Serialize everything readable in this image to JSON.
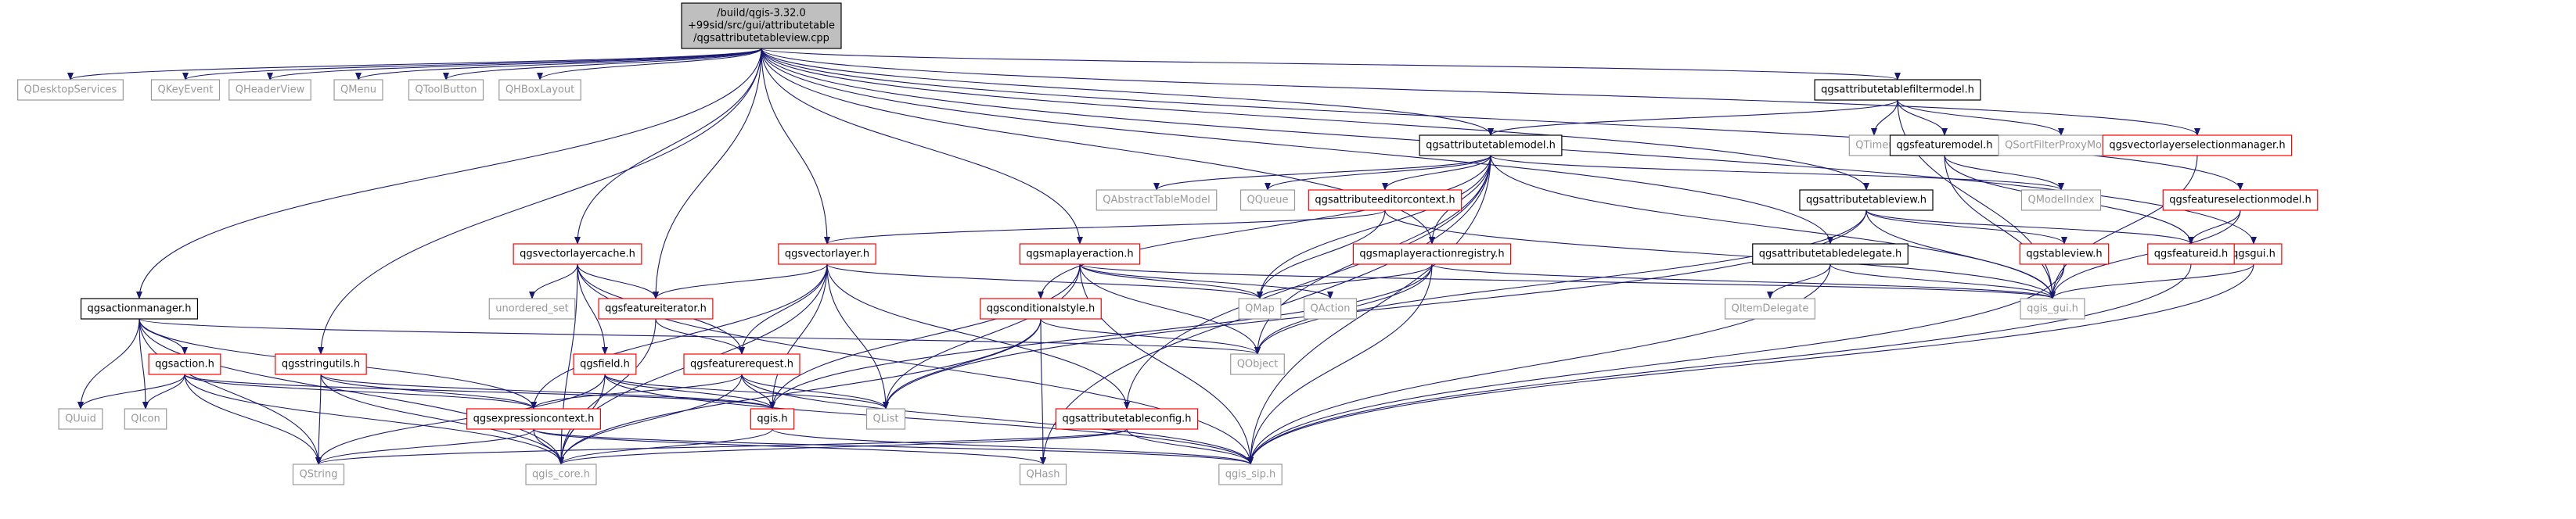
{
  "colors": {
    "edge": "#191970",
    "box_gray": "#999999",
    "box_black": "#000000",
    "box_red": "#ff0000",
    "root_fill": "#bfbfbf",
    "text_dark": "#000000",
    "text_gray": "#999999"
  },
  "nodes": [
    {
      "id": "root",
      "lines": [
        "/build/qgis-3.32.0",
        "+99sid/src/gui/attributetable",
        "/qgsattributetableview.cpp"
      ],
      "style": "root"
    },
    {
      "id": "QDesktopServices",
      "lines": [
        "QDesktopServices"
      ],
      "style": "gray"
    },
    {
      "id": "QKeyEvent",
      "lines": [
        "QKeyEvent"
      ],
      "style": "gray"
    },
    {
      "id": "QHeaderView",
      "lines": [
        "QHeaderView"
      ],
      "style": "gray"
    },
    {
      "id": "QMenu",
      "lines": [
        "QMenu"
      ],
      "style": "gray"
    },
    {
      "id": "QToolButton",
      "lines": [
        "QToolButton"
      ],
      "style": "gray"
    },
    {
      "id": "QHBoxLayout",
      "lines": [
        "QHBoxLayout"
      ],
      "style": "gray"
    },
    {
      "id": "qgsattributetablefiltermodel",
      "lines": [
        "qgsattributetablefiltermodel.h"
      ],
      "style": "black"
    },
    {
      "id": "QTimer",
      "lines": [
        "QTimer"
      ],
      "style": "gray"
    },
    {
      "id": "qgsfeaturemodel",
      "lines": [
        "qgsfeaturemodel.h"
      ],
      "style": "black"
    },
    {
      "id": "QSortFilterProxyModel",
      "lines": [
        "QSortFilterProxyModel"
      ],
      "style": "gray"
    },
    {
      "id": "qgsvectorlayerselectionmanager",
      "lines": [
        "qgsvectorlayerselectionmanager.h"
      ],
      "style": "red"
    },
    {
      "id": "qgsattributetablemodel",
      "lines": [
        "qgsattributetablemodel.h"
      ],
      "style": "black"
    },
    {
      "id": "QAbstractTableModel",
      "lines": [
        "QAbstractTableModel"
      ],
      "style": "gray"
    },
    {
      "id": "QQueue",
      "lines": [
        "QQueue"
      ],
      "style": "gray"
    },
    {
      "id": "qgsattributeeditorcontext",
      "lines": [
        "qgsattributeeditorcontext.h"
      ],
      "style": "red"
    },
    {
      "id": "QModelIndex",
      "lines": [
        "QModelIndex"
      ],
      "style": "gray"
    },
    {
      "id": "qgsattributetableview",
      "lines": [
        "qgsattributetableview.h"
      ],
      "style": "black"
    },
    {
      "id": "qgsfeatureselectionmodel",
      "lines": [
        "qgsfeatureselectionmodel.h"
      ],
      "style": "red"
    },
    {
      "id": "qgsgui",
      "lines": [
        "qgsgui.h"
      ],
      "style": "red"
    },
    {
      "id": "qgsvectorlayercache",
      "lines": [
        "qgsvectorlayercache.h"
      ],
      "style": "red"
    },
    {
      "id": "qgsvectorlayer",
      "lines": [
        "qgsvectorlayer.h"
      ],
      "style": "red"
    },
    {
      "id": "qgsmaplayeraction",
      "lines": [
        "qgsmaplayeraction.h"
      ],
      "style": "red"
    },
    {
      "id": "qgsmaplayeractionregistry",
      "lines": [
        "qgsmaplayeractionregistry.h"
      ],
      "style": "red"
    },
    {
      "id": "qgsattributetabledelegate",
      "lines": [
        "qgsattributetabledelegate.h"
      ],
      "style": "black"
    },
    {
      "id": "qgstableview",
      "lines": [
        "qgstableview.h"
      ],
      "style": "red"
    },
    {
      "id": "qgsfeatureid",
      "lines": [
        "qgsfeatureid.h"
      ],
      "style": "red"
    },
    {
      "id": "unordered_set",
      "lines": [
        "unordered_set"
      ],
      "style": "gray"
    },
    {
      "id": "qgsfeatureiterator",
      "lines": [
        "qgsfeatureiterator.h"
      ],
      "style": "red"
    },
    {
      "id": "QMap",
      "lines": [
        "QMap"
      ],
      "style": "gray"
    },
    {
      "id": "QAction",
      "lines": [
        "QAction"
      ],
      "style": "gray"
    },
    {
      "id": "QItemDelegate",
      "lines": [
        "QItemDelegate"
      ],
      "style": "gray"
    },
    {
      "id": "qgis_gui",
      "lines": [
        "qgis_gui.h"
      ],
      "style": "gray"
    },
    {
      "id": "qgsactionmanager",
      "lines": [
        "qgsactionmanager.h"
      ],
      "style": "black"
    },
    {
      "id": "qgsconditionalstyle",
      "lines": [
        "qgsconditionalstyle.h"
      ],
      "style": "red"
    },
    {
      "id": "QObject",
      "lines": [
        "QObject"
      ],
      "style": "gray"
    },
    {
      "id": "qgsaction",
      "lines": [
        "qgsaction.h"
      ],
      "style": "red"
    },
    {
      "id": "qgsstringutils",
      "lines": [
        "qgsstringutils.h"
      ],
      "style": "red"
    },
    {
      "id": "qgsfield",
      "lines": [
        "qgsfield.h"
      ],
      "style": "red"
    },
    {
      "id": "qgsfeaturerequest",
      "lines": [
        "qgsfeaturerequest.h"
      ],
      "style": "red"
    },
    {
      "id": "QList",
      "lines": [
        "QList"
      ],
      "style": "gray"
    },
    {
      "id": "qgis",
      "lines": [
        "qgis.h"
      ],
      "style": "red"
    },
    {
      "id": "QUuid",
      "lines": [
        "QUuid"
      ],
      "style": "gray"
    },
    {
      "id": "QIcon",
      "lines": [
        "QIcon"
      ],
      "style": "gray"
    },
    {
      "id": "qgsexpressioncontext",
      "lines": [
        "qgsexpressioncontext.h"
      ],
      "style": "red"
    },
    {
      "id": "qgsattributetableconfig",
      "lines": [
        "qgsattributetableconfig.h"
      ],
      "style": "red"
    },
    {
      "id": "QString",
      "lines": [
        "QString"
      ],
      "style": "gray"
    },
    {
      "id": "qgis_core",
      "lines": [
        "qgis_core.h"
      ],
      "style": "gray"
    },
    {
      "id": "QHash",
      "lines": [
        "QHash"
      ],
      "style": "gray"
    },
    {
      "id": "qgis_sip",
      "lines": [
        "qgis_sip.h"
      ],
      "style": "gray"
    }
  ],
  "edges": [
    [
      "root",
      "QDesktopServices"
    ],
    [
      "root",
      "QKeyEvent"
    ],
    [
      "root",
      "QHeaderView"
    ],
    [
      "root",
      "QMenu"
    ],
    [
      "root",
      "QToolButton"
    ],
    [
      "root",
      "QHBoxLayout"
    ],
    [
      "root",
      "qgsattributetablefiltermodel"
    ],
    [
      "root",
      "qgsattributetablemodel"
    ],
    [
      "root",
      "qgsattributetableview"
    ],
    [
      "root",
      "qgsattributetabledelegate"
    ],
    [
      "root",
      "qgsvectorlayerselectionmanager"
    ],
    [
      "root",
      "qgsfeatureselectionmodel"
    ],
    [
      "root",
      "qgsgui"
    ],
    [
      "root",
      "qgsvectorlayercache"
    ],
    [
      "root",
      "qgsvectorlayer"
    ],
    [
      "root",
      "qgsmaplayeraction"
    ],
    [
      "root",
      "qgsmaplayeractionregistry"
    ],
    [
      "root",
      "qgsfeatureiterator"
    ],
    [
      "root",
      "qgsactionmanager"
    ],
    [
      "root",
      "qgsstringutils"
    ],
    [
      "qgsattributetablefiltermodel",
      "QTimer"
    ],
    [
      "qgsattributetablefiltermodel",
      "qgsfeaturemodel"
    ],
    [
      "qgsattributetablefiltermodel",
      "QSortFilterProxyModel"
    ],
    [
      "qgsattributetablefiltermodel",
      "qgsattributetablemodel"
    ],
    [
      "qgsattributetablefiltermodel",
      "qgis_gui"
    ],
    [
      "qgsfeaturemodel",
      "QModelIndex"
    ],
    [
      "qgsfeaturemodel",
      "qgsfeatureid"
    ],
    [
      "qgsfeaturemodel",
      "qgis_gui"
    ],
    [
      "qgsattributetablemodel",
      "QAbstractTableModel"
    ],
    [
      "qgsattributetablemodel",
      "QQueue"
    ],
    [
      "qgsattributetablemodel",
      "qgsattributeeditorcontext"
    ],
    [
      "qgsattributetablemodel",
      "QModelIndex"
    ],
    [
      "qgsattributetablemodel",
      "qgsconditionalstyle"
    ],
    [
      "qgsattributetablemodel",
      "qgsmaplayeractionregistry"
    ],
    [
      "qgsattributetablemodel",
      "QMap"
    ],
    [
      "qgsattributetablemodel",
      "qgis_gui"
    ],
    [
      "qgsattributetablemodel",
      "QHash"
    ],
    [
      "qgsattributetablemodel",
      "qgis_sip"
    ],
    [
      "qgsattributetablemodel",
      "qgsattributetableconfig"
    ],
    [
      "qgsattributetablemodel",
      "QObject"
    ],
    [
      "qgsattributeeditorcontext",
      "qgsvectorlayer"
    ],
    [
      "qgsattributeeditorcontext",
      "QMap"
    ],
    [
      "qgsattributeeditorcontext",
      "qgis_gui"
    ],
    [
      "qgsattributetableview",
      "qgstableview"
    ],
    [
      "qgsattributetableview",
      "qgsfeatureid"
    ],
    [
      "qgsattributetableview",
      "qgis_gui"
    ],
    [
      "qgsattributetableview",
      "QList"
    ],
    [
      "qgsattributetableview",
      "QObject"
    ],
    [
      "qgsvectorlayerselectionmanager",
      "qgis_gui"
    ],
    [
      "qgsfeatureselectionmodel",
      "qgsfeatureid"
    ],
    [
      "qgsfeatureselectionmodel",
      "qgis_gui"
    ],
    [
      "qgsgui",
      "qgis_gui"
    ],
    [
      "qgsgui",
      "qgis_sip"
    ],
    [
      "qgstableview",
      "qgis_gui"
    ],
    [
      "qgstableview",
      "qgis_sip"
    ],
    [
      "qgsfeatureid",
      "qgis_sip"
    ],
    [
      "qgsattributetabledelegate",
      "QItemDelegate"
    ],
    [
      "qgsattributetabledelegate",
      "qgis_gui"
    ],
    [
      "qgsattributetabledelegate",
      "qgis_sip"
    ],
    [
      "qgsvectorlayercache",
      "unordered_set"
    ],
    [
      "qgsvectorlayercache",
      "qgsfeatureiterator"
    ],
    [
      "qgsvectorlayercache",
      "qgsfield"
    ],
    [
      "qgsvectorlayercache",
      "qgsfeaturerequest"
    ],
    [
      "qgsvectorlayercache",
      "qgis_core"
    ],
    [
      "qgsvectorlayercache",
      "qgis_sip"
    ],
    [
      "qgsvectorlayer",
      "qgsfeatureiterator"
    ],
    [
      "qgsvectorlayer",
      "qgsfeaturerequest"
    ],
    [
      "qgsvectorlayer",
      "qgis"
    ],
    [
      "qgsvectorlayer",
      "QList"
    ],
    [
      "qgsvectorlayer",
      "QMap"
    ],
    [
      "qgsvectorlayer",
      "qgis_core"
    ],
    [
      "qgsvectorlayer",
      "qgsexpressioncontext"
    ],
    [
      "qgsvectorlayer",
      "qgsattributetableconfig"
    ],
    [
      "qgsmaplayeraction",
      "QAction"
    ],
    [
      "qgsmaplayeraction",
      "QObject"
    ],
    [
      "qgsmaplayeraction",
      "qgis_gui"
    ],
    [
      "qgsmaplayeraction",
      "qgis_sip"
    ],
    [
      "qgsmaplayeraction",
      "QList"
    ],
    [
      "qgsmaplayeraction",
      "qgis"
    ],
    [
      "qgsmaplayeraction",
      "QMap"
    ],
    [
      "qgsmaplayeractionregistry",
      "QMap"
    ],
    [
      "qgsmaplayeractionregistry",
      "QObject"
    ],
    [
      "qgsmaplayeractionregistry",
      "qgis_gui"
    ],
    [
      "qgsmaplayeractionregistry",
      "qgis_sip"
    ],
    [
      "qgsmaplayeractionregistry",
      "qgis"
    ],
    [
      "qgsfeatureiterator",
      "qgsfeaturerequest"
    ],
    [
      "qgsfeatureiterator",
      "qgis_core"
    ],
    [
      "qgsconditionalstyle",
      "QObject"
    ],
    [
      "qgsconditionalstyle",
      "QList"
    ],
    [
      "qgsconditionalstyle",
      "QHash"
    ],
    [
      "qgsconditionalstyle",
      "qgis_core"
    ],
    [
      "qgsactionmanager",
      "QObject"
    ],
    [
      "qgsactionmanager",
      "qgsaction"
    ],
    [
      "qgsactionmanager",
      "QUuid"
    ],
    [
      "qgsactionmanager",
      "QIcon"
    ],
    [
      "qgsactionmanager",
      "QString"
    ],
    [
      "qgsactionmanager",
      "qgis_core"
    ],
    [
      "qgsactionmanager",
      "qgsexpressioncontext"
    ],
    [
      "qgsaction",
      "QUuid"
    ],
    [
      "qgsaction",
      "QIcon"
    ],
    [
      "qgsaction",
      "QString"
    ],
    [
      "qgsaction",
      "qgis"
    ],
    [
      "qgsaction",
      "qgis_core"
    ],
    [
      "qgsaction",
      "qgsexpressioncontext"
    ],
    [
      "qgsstringutils",
      "QString"
    ],
    [
      "qgsstringutils",
      "qgis_core"
    ],
    [
      "qgsstringutils",
      "qgis"
    ],
    [
      "qgsstringutils",
      "qgsexpressioncontext"
    ],
    [
      "qgsfield",
      "QString"
    ],
    [
      "qgsfield",
      "qgis_core"
    ],
    [
      "qgsfield",
      "qgis_sip"
    ],
    [
      "qgsfield",
      "qgis"
    ],
    [
      "qgsfield",
      "QList"
    ],
    [
      "qgsfeaturerequest",
      "qgsexpressioncontext"
    ],
    [
      "qgsfeaturerequest",
      "qgis"
    ],
    [
      "qgsfeaturerequest",
      "QList"
    ],
    [
      "qgsfeaturerequest",
      "qgis_core"
    ],
    [
      "qgsfeaturerequest",
      "qgis_sip"
    ],
    [
      "qgis",
      "qgis_core"
    ],
    [
      "qgis",
      "qgis_sip"
    ],
    [
      "qgsexpressioncontext",
      "QString"
    ],
    [
      "qgsexpressioncontext",
      "qgis_core"
    ],
    [
      "qgsexpressioncontext",
      "qgis_sip"
    ],
    [
      "qgsexpressioncontext",
      "QHash"
    ],
    [
      "qgsattributetableconfig",
      "QString"
    ],
    [
      "qgsattributetableconfig",
      "qgis_core"
    ],
    [
      "qgsattributetableconfig",
      "qgis_sip"
    ]
  ]
}
